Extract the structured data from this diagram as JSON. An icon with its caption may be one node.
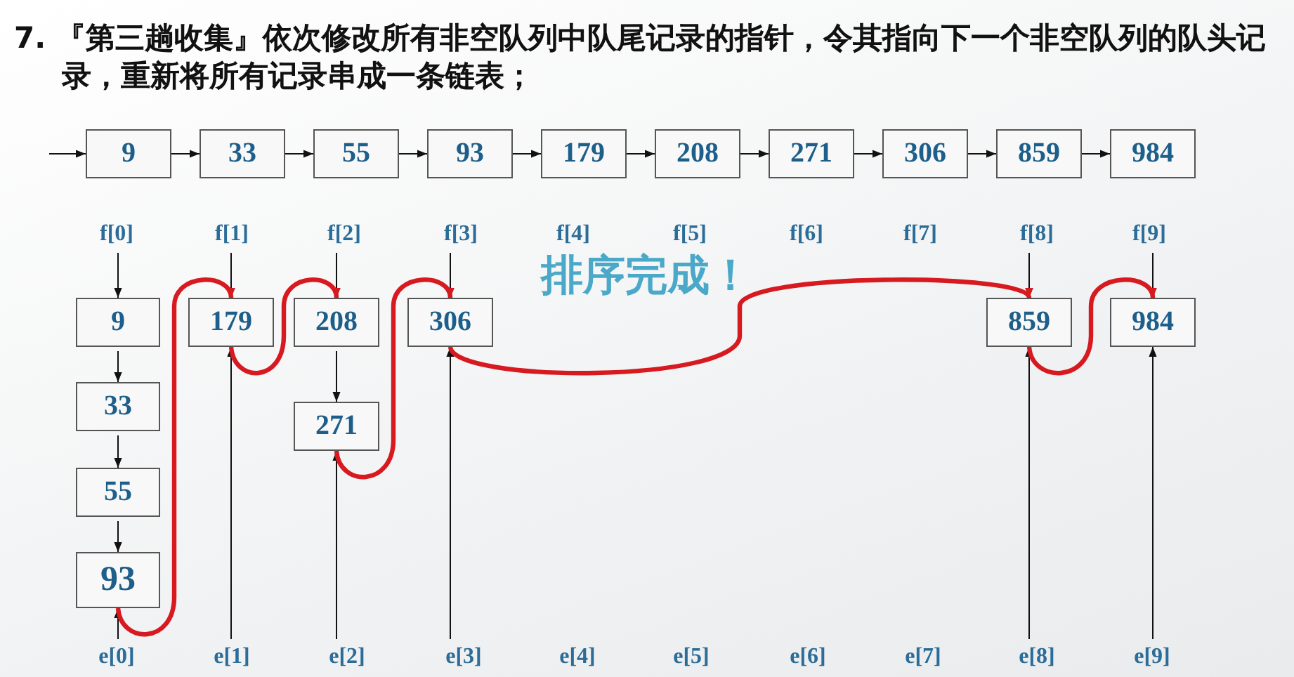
{
  "diagram": {
    "title": "7. 『第三趟收集』依次修改所有非空队列中队尾记录的指针，令其指向下一个非空队列的队头记录，重新将所有记录串成一条链表；",
    "nodes": [
      {
        "text": [
          "9"
        ]
      },
      {
        "text": [
          "33"
        ]
      },
      {
        "text": [
          "55"
        ]
      },
      {
        "text": [
          "93"
        ]
      },
      {
        "text": [
          "179"
        ]
      },
      {
        "text": [
          "208"
        ]
      },
      {
        "text": [
          "271"
        ]
      },
      {
        "text": [
          "306"
        ]
      },
      {
        "text": [
          "859"
        ]
      },
      {
        "text": [
          "984"
        ]
      },
      {
        "text": [
          "f[0]"
        ]
      },
      {
        "text": [
          "f[1]"
        ]
      },
      {
        "text": [
          "f[2]"
        ]
      },
      {
        "text": [
          "f[3]"
        ]
      },
      {
        "text": [
          "f[8]"
        ]
      },
      {
        "text": [
          "f[9]"
        ]
      },
      {
        "text": [
          "9"
        ]
      },
      {
        "text": [
          "179"
        ]
      },
      {
        "text": [
          "208"
        ]
      },
      {
        "text": [
          "306"
        ]
      },
      {
        "text": [
          "859"
        ]
      },
      {
        "text": [
          "984"
        ]
      },
      {
        "text": [
          "33"
        ]
      },
      {
        "text": [
          "271"
        ]
      },
      {
        "text": [
          "55"
        ]
      },
      {
        "text": [
          "93"
        ]
      },
      {
        "text": [
          "e[0]"
        ]
      },
      {
        "text": [
          "e[1]"
        ]
      },
      {
        "text": [
          "e[2]"
        ]
      },
      {
        "text": [
          "e[3]"
        ]
      },
      {
        "text": [
          "e[8]"
        ]
      },
      {
        "text": [
          "e[9]"
        ]
      }
    ],
    "edges": [
      {
        "from": null,
        "to": 0,
        "arrow": "to"
      },
      {
        "from": 0,
        "to": 1,
        "arrow": "to"
      },
      {
        "from": 1,
        "to": 2,
        "arrow": "to"
      },
      {
        "from": 2,
        "to": 3,
        "arrow": "to"
      },
      {
        "from": 3,
        "to": 4,
        "arrow": "to"
      },
      {
        "from": 4,
        "to": 5,
        "arrow": "to"
      },
      {
        "from": 5,
        "to": 6,
        "arrow": "to"
      },
      {
        "from": 6,
        "to": 7,
        "arrow": "to"
      },
      {
        "from": 7,
        "to": 8,
        "arrow": "to"
      },
      {
        "from": 8,
        "to": 9,
        "arrow": "to"
      },
      {
        "from": 10,
        "to": 16,
        "arrow": "to"
      },
      {
        "from": 11,
        "to": 17,
        "arrow": "to"
      },
      {
        "from": 12,
        "to": 18,
        "arrow": "to"
      },
      {
        "from": 13,
        "to": 19,
        "arrow": "to"
      },
      {
        "from": 14,
        "to": 20,
        "arrow": "to"
      },
      {
        "from": 15,
        "to": 21,
        "arrow": "to"
      },
      {
        "from": 16,
        "to": 22,
        "arrow": "to"
      },
      {
        "from": 22,
        "to": 24,
        "arrow": "to"
      },
      {
        "from": 24,
        "to": 25,
        "arrow": "to"
      },
      {
        "from": 18,
        "to": 23,
        "arrow": "to"
      },
      {
        "from": 26,
        "to": 25,
        "arrow": "to"
      },
      {
        "from": 27,
        "to": 17,
        "arrow": "to"
      },
      {
        "from": 28,
        "to": 23,
        "arrow": "to"
      },
      {
        "from": 29,
        "to": 19,
        "arrow": "to"
      },
      {
        "from": 30,
        "to": 20,
        "arrow": "to"
      },
      {
        "from": 31,
        "to": 21,
        "arrow": "to"
      },
      {
        "from": 25,
        "to": 17,
        "arrow": "to",
        "style": "thick",
        "color": "#d71920"
      },
      {
        "from": 17,
        "to": 18,
        "arrow": "to",
        "style": "thick",
        "color": "#d71920"
      },
      {
        "from": 23,
        "to": 19,
        "arrow": "to",
        "style": "thick",
        "color": "#d71920"
      },
      {
        "from": 19,
        "to": 20,
        "arrow": "to",
        "style": "thick",
        "color": "#d71920"
      },
      {
        "from": 20,
        "to": 21,
        "arrow": "to",
        "style": "thick",
        "color": "#d71920"
      }
    ],
    "labels": [
      "f[4]",
      "f[5]",
      "f[6]",
      "f[7]",
      "排序完成！",
      "e[4]",
      "e[5]",
      "e[6]",
      "e[7]"
    ]
  }
}
